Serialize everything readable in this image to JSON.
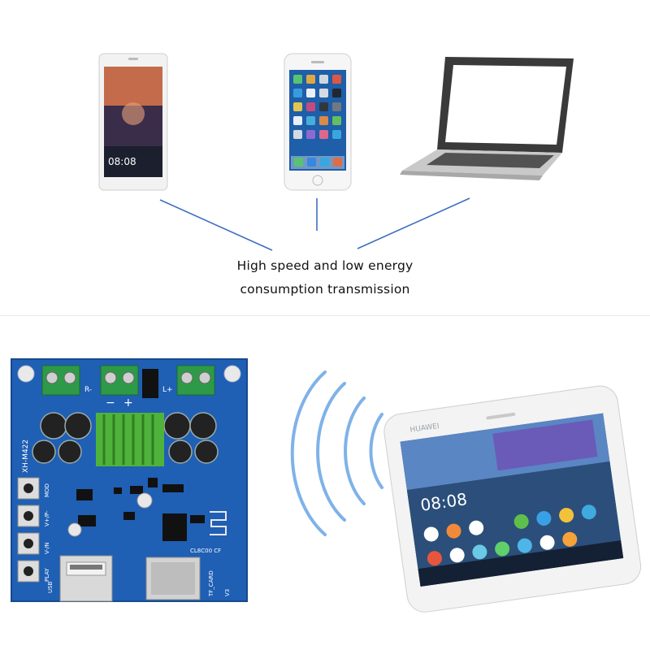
{
  "caption": {
    "line1": "High speed and low energy",
    "line2": "consumption transmission"
  },
  "devices_top": {
    "phone_left_time": "08:08"
  },
  "board": {
    "model_label": "XH-M422",
    "usb_label": "USB",
    "tf_label": "TF_CARD",
    "chip_label": "CL8C00 CF",
    "version_label": "V3",
    "terminal_left": "R-",
    "terminal_right": "L+",
    "power_minus": "−",
    "power_plus": "+",
    "button_labels": [
      "MOD",
      "V+/P-",
      "V-/N",
      "PLAY"
    ]
  },
  "phone_right": {
    "brand": "HUAWEI",
    "time": "08:08"
  },
  "colors": {
    "board_blue": "#1f5fb4",
    "signal_blue": "#7fb2e8",
    "connector_green": "#2e9a48",
    "heatsink_green": "#6ad14a"
  }
}
